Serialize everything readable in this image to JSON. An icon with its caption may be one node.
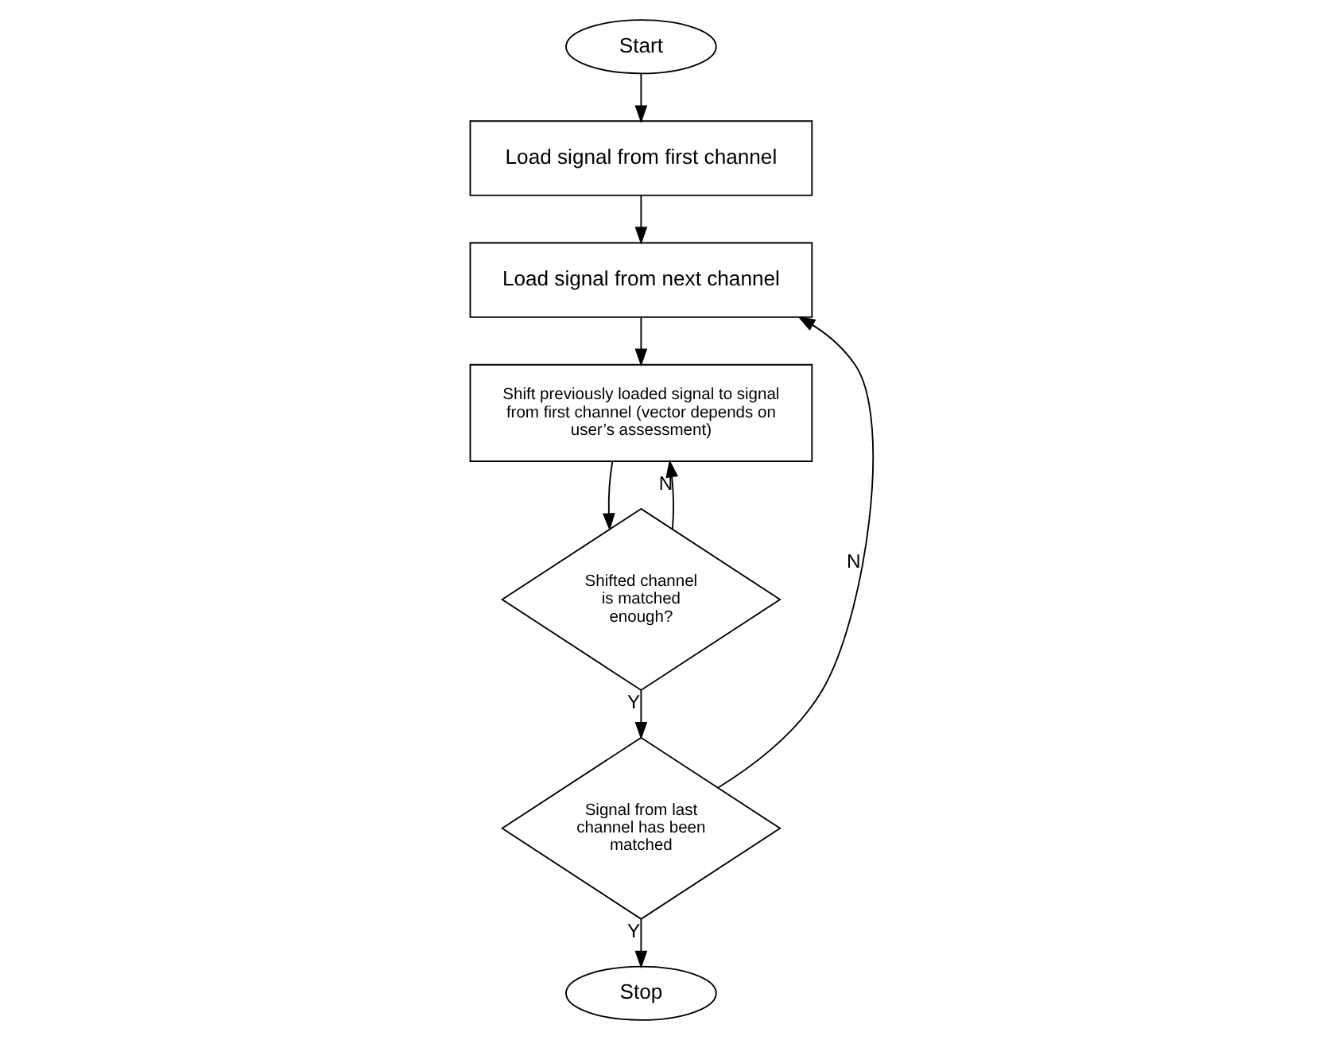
{
  "diagram": {
    "nodes": [
      {
        "text": [
          "Start"
        ]
      },
      {
        "text": [
          "Load signal from first channel"
        ]
      },
      {
        "text": [
          "Load signal from next channel"
        ]
      },
      {
        "text": [
          "Shift previously loaded signal to signal from first channel (vector depends on user’s assessment)"
        ]
      },
      {
        "text": [
          "Shifted channel is matched enough?"
        ]
      },
      {
        "text": [
          "Signal from last channel has been matched"
        ]
      },
      {
        "text": [
          "Stop"
        ]
      }
    ],
    "edges": [
      {
        "from": 0,
        "to": 1,
        "arrow": "to"
      },
      {
        "from": 1,
        "to": 2,
        "arrow": "to"
      },
      {
        "from": 2,
        "to": 3,
        "arrow": "to"
      },
      {
        "from": 3,
        "to": 4,
        "arrow": "to"
      },
      {
        "from": 4,
        "to": 3,
        "arrow": "to",
        "label": "N"
      },
      {
        "from": 4,
        "to": 5,
        "arrow": "to",
        "label": "Y"
      },
      {
        "from": 5,
        "to": 2,
        "arrow": "to",
        "label": "N"
      },
      {
        "from": 5,
        "to": 6,
        "arrow": "to",
        "label": "Y"
      }
    ]
  }
}
